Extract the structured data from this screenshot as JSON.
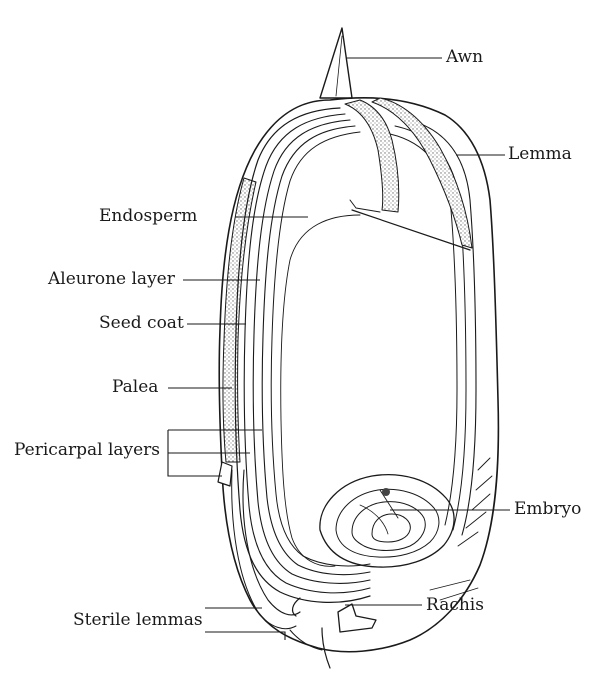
{
  "labels": {
    "awn": "Awn",
    "lemma": "Lemma",
    "endosperm": "Endosperm",
    "aleurone": "Aleurone layer",
    "seed_coat": "Seed coat",
    "palea": "Palea",
    "pericarpal": "Pericarpal layers",
    "embryo": "Embryo",
    "sterile_lemmas": "Sterile lemmas",
    "rachis": "Rachis"
  },
  "colors": {
    "ink": "#1a1a1a",
    "stipple": "#7a7a7a",
    "background": "#ffffff"
  }
}
